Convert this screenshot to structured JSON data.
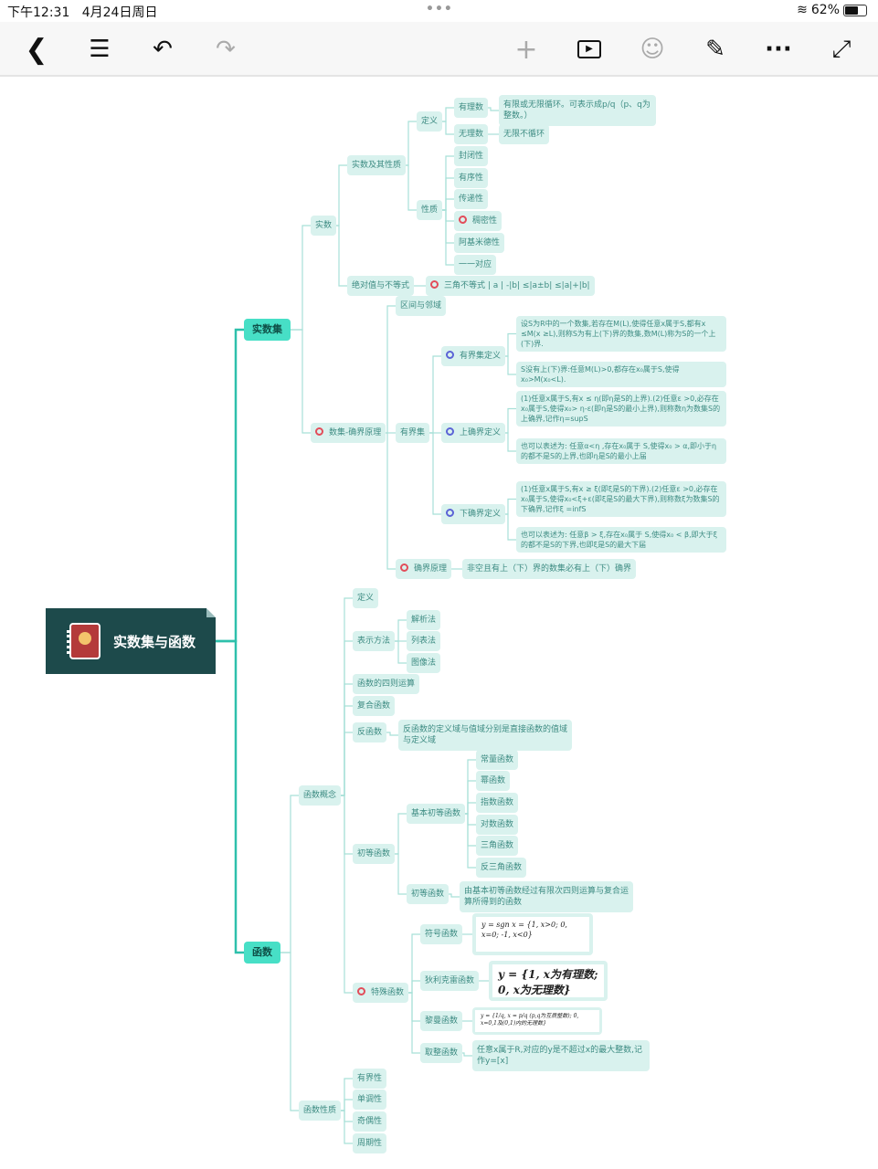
{
  "status_bar": {
    "time": "下午12:31",
    "date": "4月24日周日",
    "battery": "62%",
    "battery_level": 0.62
  },
  "toolbar": {
    "icons": [
      "back-icon",
      "outline-list-icon",
      "undo-icon",
      "redo-icon",
      "add-icon",
      "presentation-play-icon",
      "emoji-icon",
      "format-brush-icon",
      "more-icon",
      "fullscreen-icon"
    ]
  },
  "colors": {
    "root": "#1d4a4b",
    "level1": "#47dfc6",
    "node_bg": "#d9f2ee",
    "line": "#5fc9bb",
    "marker_red": "#e24d5a",
    "marker_blue": "#5b63d6"
  },
  "mindmap": {
    "root": "实数集与函数",
    "n_shushuji": "实数集",
    "n_shishu": "实数",
    "n_shishuxz": "实数及其性质",
    "n_dingyi": "定义",
    "n_youli": "有理数",
    "n_youli_t": "有限或无限循环。可表示成p/q（p、q为整数。）",
    "n_wuli": "无理数",
    "n_wuli_t": "无限不循环",
    "n_xingzhi": "性质",
    "n_fb": "封闭性",
    "n_yx": "有序性",
    "n_cd": "传递性",
    "n_cm": "稠密性",
    "n_ajmd": "阿基米德性",
    "n_yydy": "一一对应",
    "n_jdz": "绝对值与不等式",
    "n_sjbdsh": "三角不等式 | a | -|b| ≤|a±b| ≤|a|+|b|",
    "n_sjqj": "数集-确界原理",
    "n_qjly": "区间与邻域",
    "n_yjj": "有界集",
    "n_yjjdy": "有界集定义",
    "n_yjjdy_t1": "设S为R中的一个数集,若存在M(L),使得任意x属于S,都有x ≤M(x ≥L),则称S为有上(下)界的数集,数M(L)称为S的一个上(下)界.",
    "n_yjjdy_t2": "S没有上(下)界:任意M(L)>0,都存在x₀属于S,使得x₀>M(x₀<L).",
    "n_sqj": "上确界定义",
    "n_sqj_t1": "(1)任意x属于S,有x ≤ η(即η是S的上界).(2)任意ε >0,必存在x₀属于S,使得x₀> η-ε(即η是S的最小上界),则称数η为数集S的上确界,记作η=supS",
    "n_sqj_t2": "也可以表述为: 任意α<η ,存在x₀属于 S,使得x₀ > α,即小于η的都不是S的上界,也即η是S的最小上届",
    "n_xqj": "下确界定义",
    "n_xqj_t1": "(1)任意x属于S,有x ≥ ξ(即ξ是S的下界).(2)任意ε >0,必存在x₀属于S,使得x₀<ξ+ε(即ξ是S的最大下界),则称数ξ为数集S的下确界,记作ξ =infS",
    "n_xqj_t2": "也可以表述为: 任意β > ξ,存在x₀属于 S,使得x₀ < β,即大于ξ的都不是S的下界,也即ξ是S的最大下届",
    "n_qjyl": "确界原理",
    "n_qjyl_t": "非空且有上（下）界的数集必有上（下）确界",
    "n_hanshu": "函数",
    "n_hsgn": "函数概念",
    "n_hdy": "定义",
    "n_bsff": "表示方法",
    "n_jxf": "解析法",
    "n_lbf": "列表法",
    "n_txf": "图像法",
    "n_szys": "函数的四则运算",
    "n_fhhs": "复合函数",
    "n_fhs": "反函数",
    "n_fhs_t": "反函数的定义域与值域分别是直接函数的值域与定义域",
    "n_cdhs": "初等函数",
    "n_jbcd": "基本初等函数",
    "n_clhs": "常量函数",
    "n_mhs": "幂函数",
    "n_zshs": "指数函数",
    "n_dshs": "对数函数",
    "n_sjhs": "三角函数",
    "n_fsjhs": "反三角函数",
    "n_cdhs2": "初等函数",
    "n_cdhs2_t": "由基本初等函数经过有限次四则运算与复合运算所得到的函数",
    "n_tshs": "特殊函数",
    "n_fhhs2": "符号函数",
    "n_fhhs2_img": "y = sgn x = {1, x>0; 0, x=0; -1, x<0}",
    "n_dlkl": "狄利克雷函数",
    "n_dlkl_img": "y = {1, x为有理数; 0, x为无理数}",
    "n_lm": "黎曼函数",
    "n_lm_img": "y = {1/q, x = p/q (p,q为互质整数); 0, x=0,1及(0,1)内的无理数}",
    "n_qz": "取整函数",
    "n_qz_t": "任意x属于R,对应的y是不超过x的最大整数,记作y=[x]",
    "n_hsxz": "函数性质",
    "n_yjx": "有界性",
    "n_ddx": "单调性",
    "n_qox": "奇偶性",
    "n_zqx": "周期性"
  }
}
